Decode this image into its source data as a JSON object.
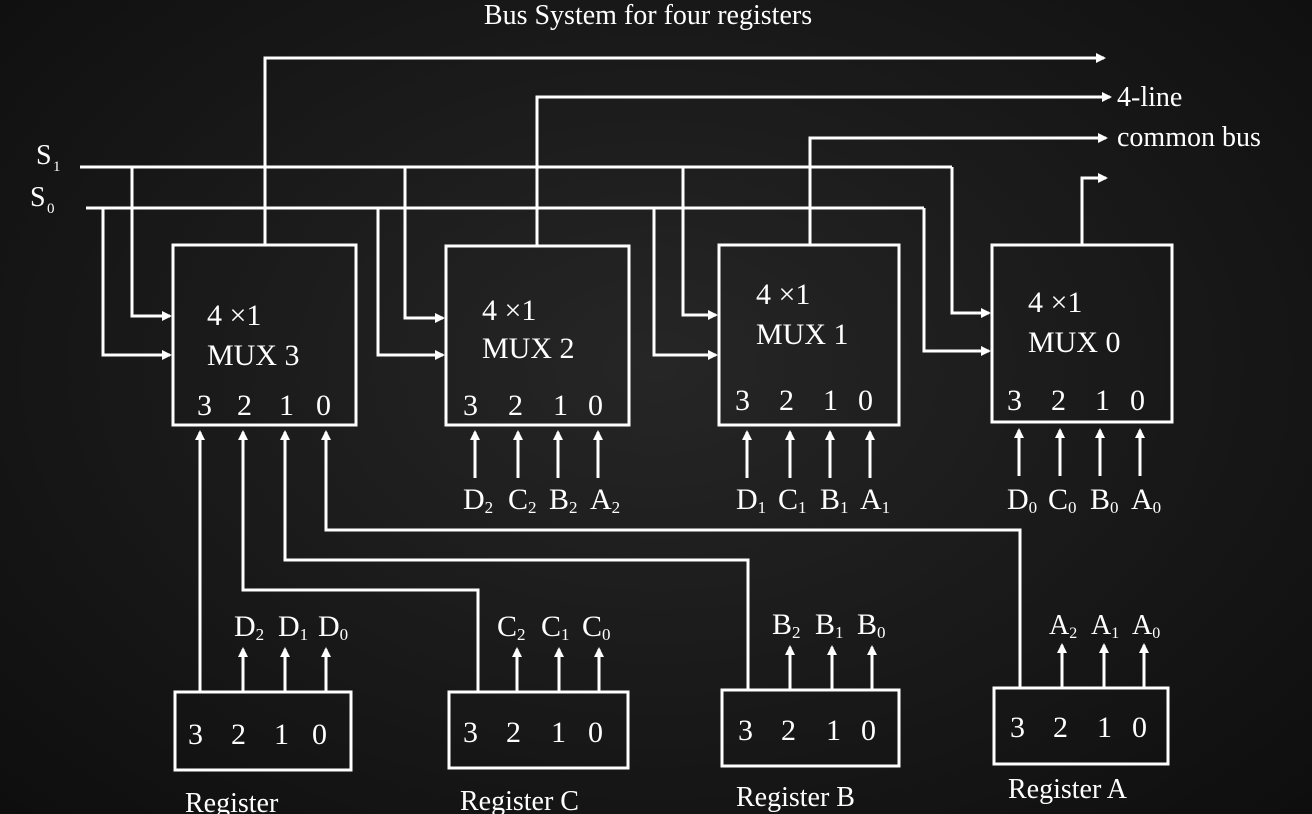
{
  "title": "Bus System for four registers",
  "select_lines": [
    "S1",
    "S0"
  ],
  "bus_label": [
    "4-line",
    "common bus"
  ],
  "muxes": [
    {
      "line1": "4 ×1",
      "line2": "MUX 3",
      "inputs": [
        "3",
        "2",
        "1",
        "0"
      ],
      "data": null
    },
    {
      "line1": "4 ×1",
      "line2": "MUX 2",
      "inputs": [
        "3",
        "2",
        "1",
        "0"
      ],
      "data": [
        [
          "D",
          "2"
        ],
        [
          "C",
          "2"
        ],
        [
          "B",
          "2"
        ],
        [
          "A",
          "2"
        ]
      ]
    },
    {
      "line1": "4 ×1",
      "line2": "MUX 1",
      "inputs": [
        "3",
        "2",
        "1",
        "0"
      ],
      "data": [
        [
          "D",
          "1"
        ],
        [
          "C",
          "1"
        ],
        [
          "B",
          "1"
        ],
        [
          "A",
          "1"
        ]
      ]
    },
    {
      "line1": "4 ×1",
      "line2": "MUX 0",
      "inputs": [
        "3",
        "2",
        "1",
        "0"
      ],
      "data": [
        [
          "D",
          "0"
        ],
        [
          "C",
          "0"
        ],
        [
          "B",
          "0"
        ],
        [
          "A",
          "0"
        ]
      ]
    }
  ],
  "registers": [
    {
      "name": "Register",
      "bits": [
        "3",
        "2",
        "1",
        "0"
      ],
      "outs": [
        [
          "D",
          "2"
        ],
        [
          "D",
          "1"
        ],
        [
          "D",
          "0"
        ]
      ]
    },
    {
      "name": "Register C",
      "bits": [
        "3",
        "2",
        "1",
        "0"
      ],
      "outs": [
        [
          "C",
          "2"
        ],
        [
          "C",
          "1"
        ],
        [
          "C",
          "0"
        ]
      ]
    },
    {
      "name": "Register B",
      "bits": [
        "3",
        "2",
        "1",
        "0"
      ],
      "outs": [
        [
          "B",
          "2"
        ],
        [
          "B",
          "1"
        ],
        [
          "B",
          "0"
        ]
      ]
    },
    {
      "name": "Register A",
      "bits": [
        "3",
        "2",
        "1",
        "0"
      ],
      "outs": [
        [
          "A",
          "2"
        ],
        [
          "A",
          "1"
        ],
        [
          "A",
          "0"
        ]
      ]
    }
  ]
}
